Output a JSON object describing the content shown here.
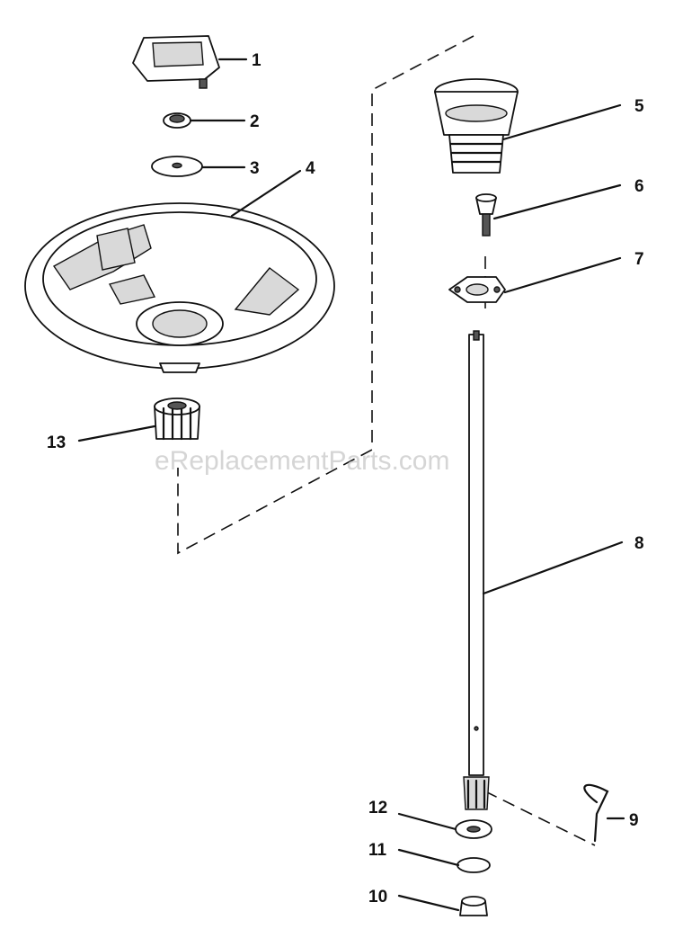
{
  "watermark": "eReplacementParts.com",
  "callouts": {
    "c1": "1",
    "c2": "2",
    "c3": "3",
    "c4": "4",
    "c5": "5",
    "c6": "6",
    "c7": "7",
    "c8": "8",
    "c9": "9",
    "c10": "10",
    "c11": "11",
    "c12": "12",
    "c13": "13"
  }
}
